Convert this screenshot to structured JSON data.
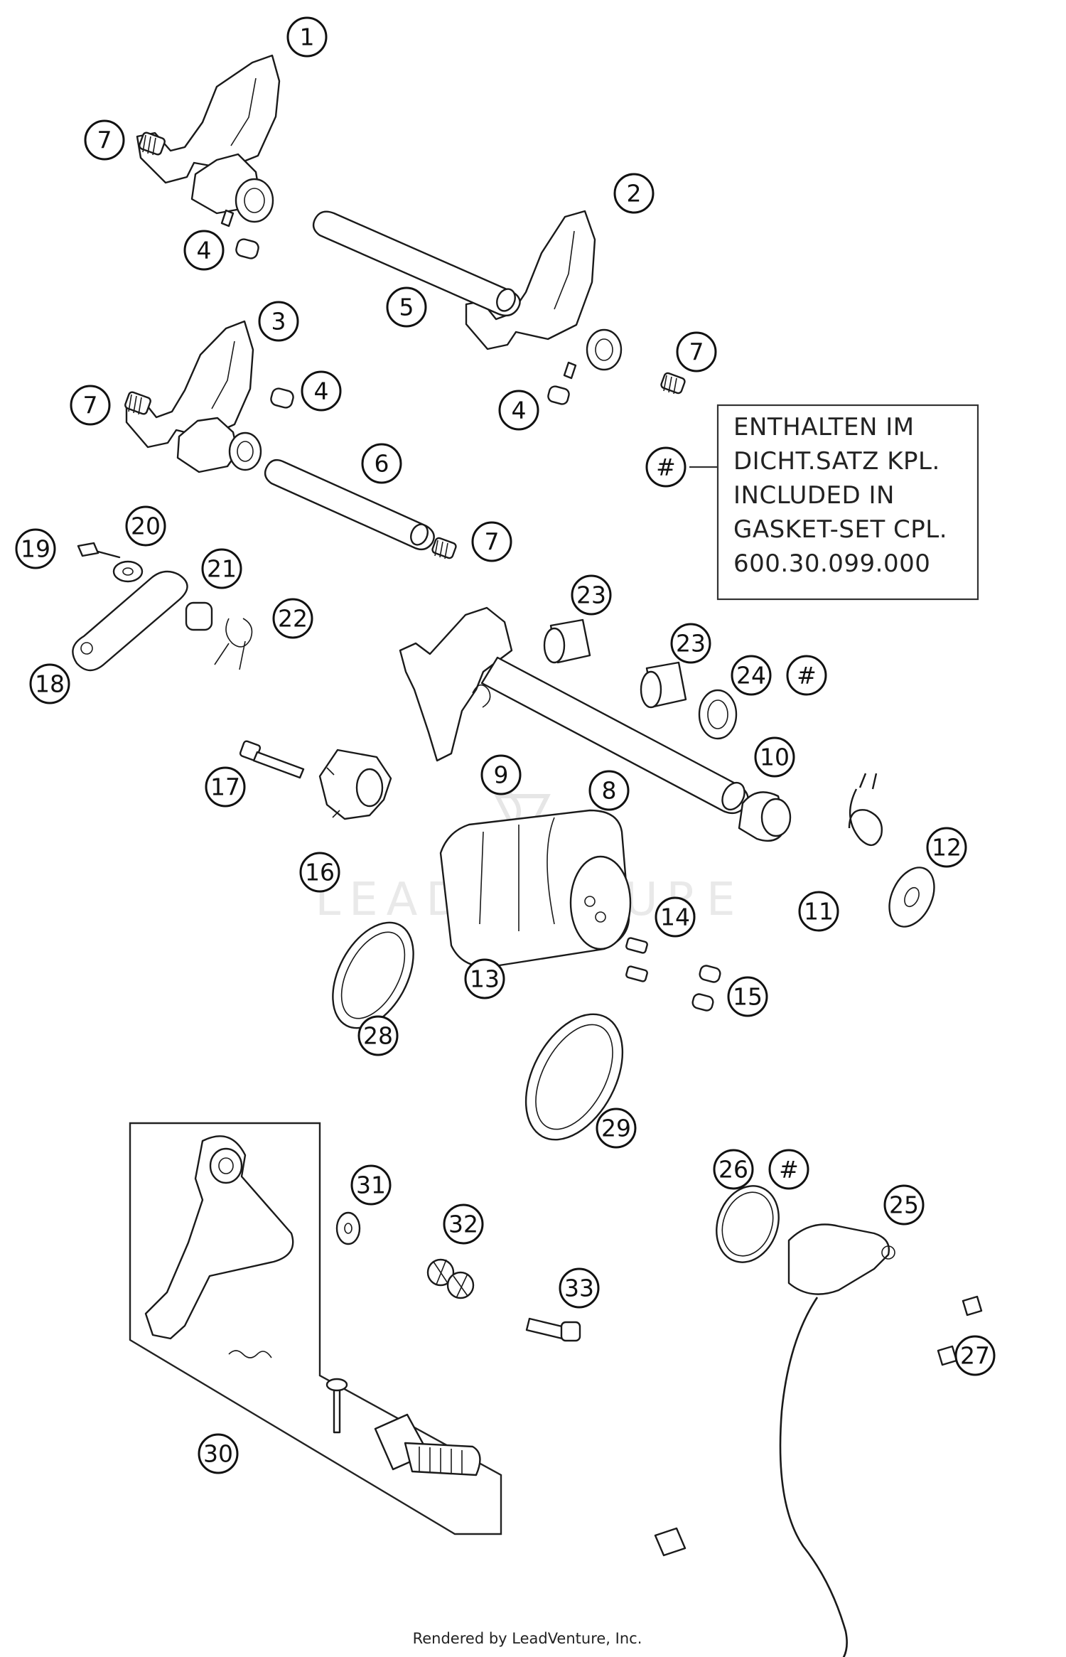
{
  "diagram": {
    "callouts": [
      {
        "id": "c1",
        "label": "1"
      },
      {
        "id": "c2",
        "label": "2"
      },
      {
        "id": "c3",
        "label": "3"
      },
      {
        "id": "c4a",
        "label": "4"
      },
      {
        "id": "c4b",
        "label": "4"
      },
      {
        "id": "c4c",
        "label": "4"
      },
      {
        "id": "c5",
        "label": "5"
      },
      {
        "id": "c6",
        "label": "6"
      },
      {
        "id": "c7a",
        "label": "7"
      },
      {
        "id": "c7b",
        "label": "7"
      },
      {
        "id": "c7c",
        "label": "7"
      },
      {
        "id": "c7d",
        "label": "7"
      },
      {
        "id": "c8",
        "label": "8"
      },
      {
        "id": "c9",
        "label": "9"
      },
      {
        "id": "c10",
        "label": "10"
      },
      {
        "id": "c11",
        "label": "11"
      },
      {
        "id": "c12",
        "label": "12"
      },
      {
        "id": "c13",
        "label": "13"
      },
      {
        "id": "c14",
        "label": "14"
      },
      {
        "id": "c15",
        "label": "15"
      },
      {
        "id": "c16",
        "label": "16"
      },
      {
        "id": "c17",
        "label": "17"
      },
      {
        "id": "c18",
        "label": "18"
      },
      {
        "id": "c19",
        "label": "19"
      },
      {
        "id": "c20",
        "label": "20"
      },
      {
        "id": "c21",
        "label": "21"
      },
      {
        "id": "c22",
        "label": "22"
      },
      {
        "id": "c23a",
        "label": "23"
      },
      {
        "id": "c23b",
        "label": "23"
      },
      {
        "id": "c24",
        "label": "24"
      },
      {
        "id": "c25",
        "label": "25"
      },
      {
        "id": "c26",
        "label": "26"
      },
      {
        "id": "c27",
        "label": "27"
      },
      {
        "id": "c28",
        "label": "28"
      },
      {
        "id": "c29",
        "label": "29"
      },
      {
        "id": "c30",
        "label": "30"
      },
      {
        "id": "c31",
        "label": "31"
      },
      {
        "id": "c32",
        "label": "32"
      },
      {
        "id": "c33",
        "label": "33"
      },
      {
        "id": "h1",
        "label": "#"
      },
      {
        "id": "h2",
        "label": "#"
      },
      {
        "id": "h3",
        "label": "#"
      }
    ],
    "note": {
      "lines": [
        "ENTHALTEN IM",
        "DICHT.SATZ KPL.",
        "INCLUDED IN",
        "GASKET-SET CPL.",
        "600.30.099.000"
      ]
    },
    "watermark": "LEADVENTURE",
    "footer": "Rendered by LeadVenture, Inc."
  }
}
